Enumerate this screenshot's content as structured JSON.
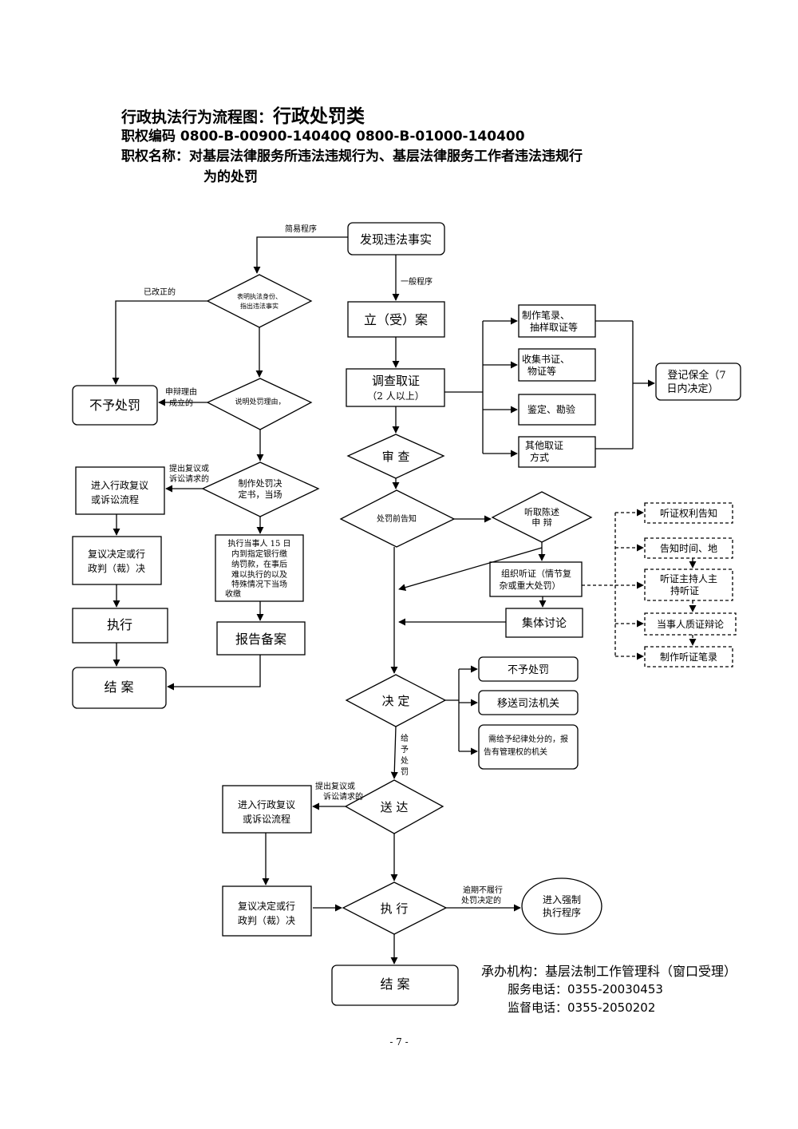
{
  "header": {
    "title_prefix": "行政执法行为流程图：",
    "title_main": "行政处罚类",
    "code_line": "职权编码 0800-B-00900-14040Q 0800-B-01000-140400",
    "name_line1": "职权名称：对基层法律服务所违法违规行为、基层法律服务工作者违法违规行",
    "name_line2": "为的处罚"
  },
  "nodes": {
    "discover": "发现违法事实",
    "diamond_identity": [
      "表明执法身份、",
      "指出违法事实"
    ],
    "no_penalty_left": "不予处罚",
    "diamond_reason": "说明处罚理由，",
    "diamond_decision_doc": [
      "制作处罚决",
      "定书，当场"
    ],
    "review_left": [
      "进入行政复议",
      "或诉讼流程"
    ],
    "review_decision_left": [
      "复议决定或行",
      "政判（裁）决"
    ],
    "execute_left": "执行",
    "close_left": "结 案",
    "pay_note": [
      "执行当事人 15 日",
      "内到指定银行缴",
      "纳罚款，在事后",
      "难以执行的以及",
      "特殊情况下当场",
      "收缴"
    ],
    "report_filing": "报告备案",
    "filing": "立（受）案",
    "investigate": [
      "调查取证",
      "（2 人以上）"
    ],
    "record": [
      "制作笔录、",
      "抽样取证等"
    ],
    "collect": [
      "收集书证、",
      "物证等"
    ],
    "appraise": "鉴定、勘验",
    "other_evidence": [
      "其他取证",
      "方式"
    ],
    "preserve": [
      "登记保全（7",
      "日内决定）"
    ],
    "review": "审 查",
    "pre_notice": "处罚前告知",
    "hear_defense": [
      "听取陈述",
      "申 辩"
    ],
    "hearing": [
      "组织听证（情节复",
      "杂或重大处罚）"
    ],
    "group_discuss": "集体讨论",
    "hearing_right": "听证权利告知",
    "notify_time": "告知时间、地",
    "host": [
      "听证主持人主",
      "持听证"
    ],
    "cross_exam": "当事人质证辩论",
    "hearing_record": "制作听证笔录",
    "decide": "决 定",
    "no_penalty_right": "不予处罚",
    "transfer_judicial": "移送司法机关",
    "discipline": [
      "需给予纪律处分的，报",
      "告有管理权的机关"
    ],
    "deliver": "送 达",
    "review_bottom": [
      "进入行政复议",
      "或诉讼流程"
    ],
    "review_decision_bottom": [
      "复议决定或行",
      "政判（裁）决"
    ],
    "execute_bottom": "执 行",
    "enforce": [
      "进入强制",
      "执行程序"
    ],
    "close_bottom": "结 案"
  },
  "labels": {
    "simple_procedure": "简易程序",
    "general_procedure": "一般程序",
    "corrected": "已改正的",
    "defense_valid": [
      "申辩理由",
      "成立的"
    ],
    "appeal_left": [
      "提出复议或",
      "诉讼请求的"
    ],
    "give_penalty": [
      "给",
      "予",
      "处",
      "罚"
    ],
    "appeal_bottom": [
      "提出复议或",
      "诉讼请求的"
    ],
    "overdue": [
      "逾期不履行",
      "处罚决定的"
    ]
  },
  "footer": {
    "org": "承办机构：基层法制工作管理科（窗口受理）",
    "service_phone": "服务电话：0355-20030453",
    "supervise_phone": "监督电话：0355-2050202",
    "page_number": "- 7 -"
  }
}
